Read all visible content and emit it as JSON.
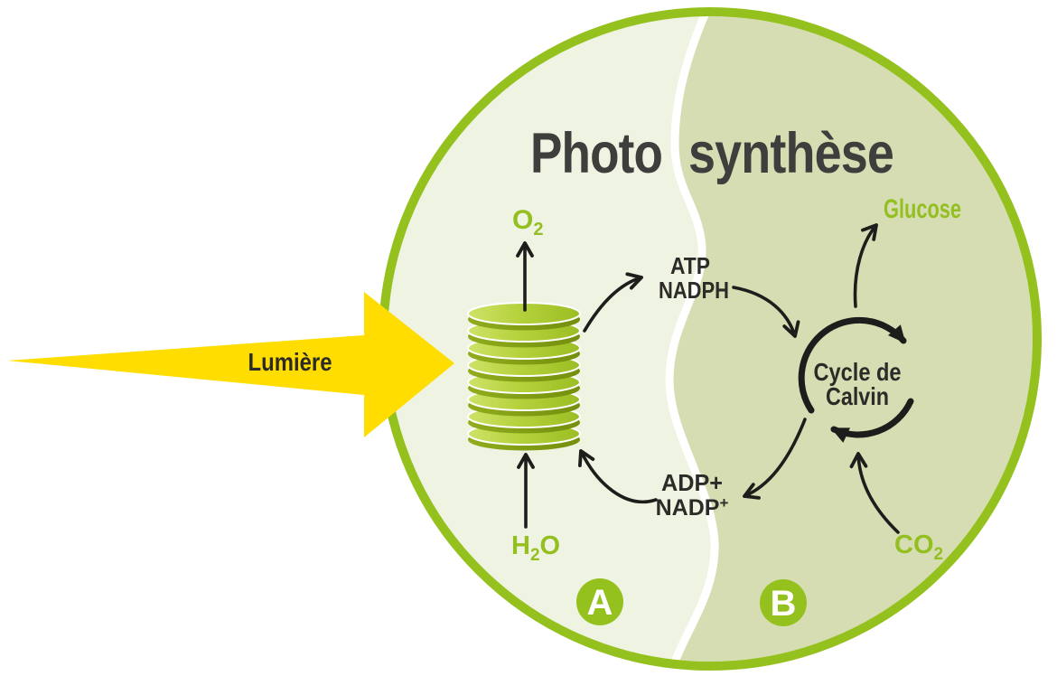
{
  "title": {
    "photo": "Photo",
    "synthese": "synthèse"
  },
  "labels": {
    "lumiere": "Lumière",
    "o2": {
      "base": "O",
      "sub": "2"
    },
    "h2o": {
      "base": "H",
      "sub": "2",
      "tail": "O"
    },
    "atp": "ATP",
    "nadph": "NADPH",
    "adp_plus": "ADP+",
    "nadp": {
      "base": "NADP",
      "sup": "+"
    },
    "calvin": {
      "line1": "Cycle de",
      "line2": "Calvin"
    },
    "glucose": "Glucose",
    "co2": {
      "base": "CO",
      "sub": "2"
    }
  },
  "badges": {
    "a": "A",
    "b": "B"
  },
  "colors": {
    "accent_green": "#95c11f",
    "text_green": "#93bf20",
    "light_half": "#eff3e1",
    "dark_half": "#d7ddb3",
    "divider_white": "#ffffff",
    "sun_yellow": "#ffdd00",
    "title_dark": "#3e3e3c",
    "label_dark": "#2c2b28",
    "arrow_black": "#1d1d1b",
    "badge_text": "#ffffff"
  }
}
